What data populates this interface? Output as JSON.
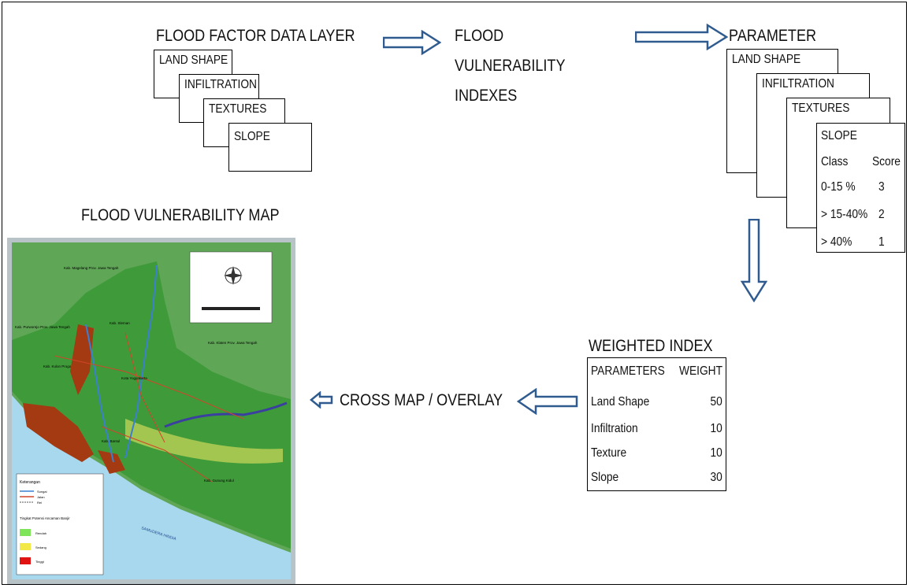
{
  "factor_layer": {
    "title": "FLOOD FACTOR DATA LAYER",
    "cards": [
      "LAND SHAPE",
      "INFILTRATION",
      "TEXTURES",
      "SLOPE"
    ]
  },
  "vulnerability_indexes": {
    "line1": "FLOOD",
    "line2": "VULNERABILITY",
    "line3": "INDEXES"
  },
  "parameter": {
    "title": "PARAMETER",
    "cards": [
      "LAND SHAPE",
      "INFILTRATION",
      "TEXTURES"
    ],
    "slope_card": {
      "title": "SLOPE",
      "col_class": "Class",
      "col_score": "Score",
      "rows": [
        {
          "class": "0-15 %",
          "score": "3"
        },
        {
          "class": "> 15-40%",
          "score": "2"
        },
        {
          "class": "> 40%",
          "score": "1"
        }
      ]
    }
  },
  "weighted_index": {
    "title": "WEIGHTED INDEX",
    "col_param": "PARAMETERS",
    "col_weight": "WEIGHT",
    "rows": [
      {
        "name": "Land Shape",
        "weight": "50"
      },
      {
        "name": "Infiltration",
        "weight": "10"
      },
      {
        "name": "Texture",
        "weight": "10"
      },
      {
        "name": "Slope",
        "weight": "30"
      }
    ]
  },
  "overlay": {
    "label": "CROSS MAP / OVERLAY"
  },
  "map": {
    "title": "FLOOD VULNERABILITY MAP",
    "place_labels": [
      "Kab. Magelang Prov. Jawa Tengah",
      "Kab. Purworejo Prov. Jawa Tengah",
      "Kab. Klaten Prov. Jawa Tengah",
      "Kab. Sleman",
      "Kab. Kulon Progo",
      "Kota Yogyakarta",
      "Kab. Bantul",
      "Kab. Gunung Kidul",
      "SAMUDERA HINDIA"
    ],
    "legend": {
      "title": "Keterangan",
      "lines": [
        "Sungai",
        "Jalan",
        "Rel"
      ],
      "class_title": "Tingkat Potensi Ancaman Banjir",
      "classes": [
        "Rendah",
        "Sedang",
        "Tinggi"
      ]
    },
    "colors": {
      "sea": "#a8d8ee",
      "low": "#5cb848",
      "medium": "#f2e948",
      "high": "#b13a10",
      "river": "#3a7fd0",
      "road": "#d0462a",
      "frame": "#b8c3c8"
    }
  },
  "colors": {
    "arrow": "#2f5b8f"
  }
}
